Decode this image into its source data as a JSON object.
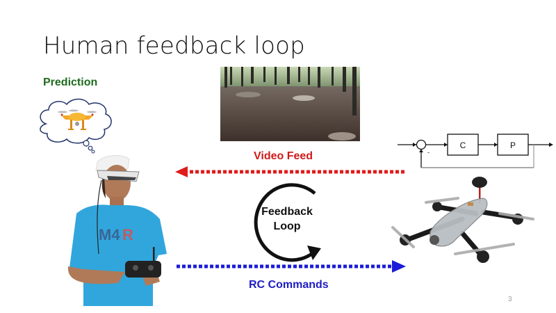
{
  "slide": {
    "title": "Human feedback loop",
    "page_number": "3"
  },
  "labels": {
    "prediction": "Prediction",
    "video_feed": "Video Feed",
    "rc_commands": "RC Commands",
    "feedback_loop_line1": "Feedback",
    "feedback_loop_line2": "Loop"
  },
  "control_diagram": {
    "controller": "C",
    "plant": "P",
    "sum_sign": "-"
  },
  "images": {
    "thought_bubble": "thought-cloud-with-drone",
    "video": "forest-fpv-video-frame",
    "pilot": "pilot-with-fpv-goggles-and-rc-transmitter",
    "drone": "racing-quadcopter"
  },
  "colors": {
    "video_feed": "#d01919",
    "rc_commands": "#1c1cc4",
    "prediction": "#1e6b1e"
  }
}
